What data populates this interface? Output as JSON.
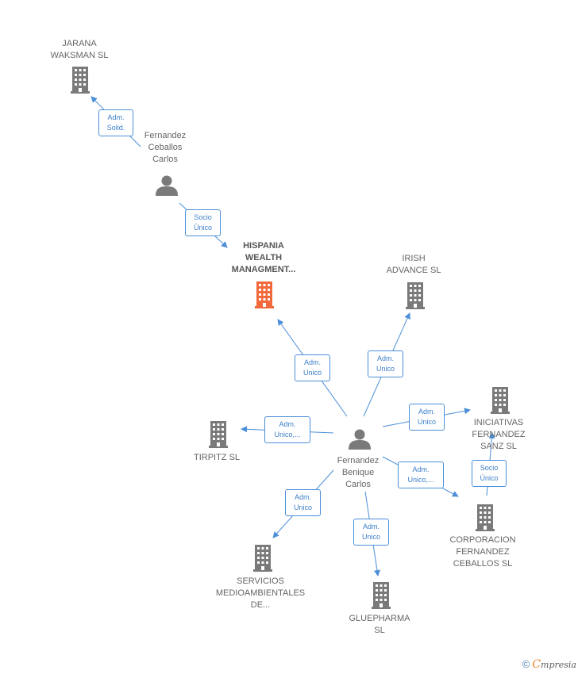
{
  "nodes": {
    "jarana": {
      "lines": [
        "JARANA",
        "WAKSMAN  SL"
      ],
      "type": "company"
    },
    "fernandez_ceballos": {
      "lines": [
        "Fernandez",
        "Ceballos",
        "Carlos"
      ],
      "type": "person"
    },
    "hispania": {
      "lines": [
        "HISPANIA",
        "WEALTH",
        "MANAGMENT..."
      ],
      "type": "company-main"
    },
    "irish": {
      "lines": [
        "IRISH",
        "ADVANCE SL"
      ],
      "type": "company"
    },
    "tirpitz": {
      "lines": [
        "TIRPITZ SL"
      ],
      "type": "company"
    },
    "fernandez_benique": {
      "lines": [
        "Fernandez",
        "Benique",
        "Carlos"
      ],
      "type": "person"
    },
    "iniciativas": {
      "lines": [
        "INICIATIVAS",
        "FERNANDEZ",
        "SANZ  SL"
      ],
      "type": "company"
    },
    "corporacion": {
      "lines": [
        "CORPORACION",
        "FERNANDEZ",
        "CEBALLOS  SL"
      ],
      "type": "company"
    },
    "servicios": {
      "lines": [
        "SERVICIOS",
        "MEDIOAMBIENTALES",
        "DE..."
      ],
      "type": "company"
    },
    "gluepharma": {
      "lines": [
        "GLUEPHARMA",
        "SL"
      ],
      "type": "company"
    }
  },
  "edges": {
    "e1": {
      "lines": [
        "Adm.",
        "Solid."
      ]
    },
    "e2": {
      "lines": [
        "Socio",
        "Único"
      ]
    },
    "e3": {
      "lines": [
        "Adm.",
        "Unico"
      ]
    },
    "e4": {
      "lines": [
        "Adm.",
        "Unico"
      ]
    },
    "e5": {
      "lines": [
        "Adm.",
        "Unico,..."
      ]
    },
    "e6": {
      "lines": [
        "Adm.",
        "Unico"
      ]
    },
    "e7": {
      "lines": [
        "Adm.",
        "Unico,..."
      ]
    },
    "e8": {
      "lines": [
        "Socio",
        "Único"
      ]
    },
    "e9": {
      "lines": [
        "Adm.",
        "Unico"
      ]
    },
    "e10": {
      "lines": [
        "Adm.",
        "Unico"
      ]
    }
  },
  "colors": {
    "edge": "#4a8fd8",
    "company": "#7a7a7a",
    "company_main": "#f26a3c",
    "person": "#7a7a7a"
  },
  "footer": {
    "copyright": "©",
    "brand_first": "C",
    "brand_rest": "mpresia"
  }
}
